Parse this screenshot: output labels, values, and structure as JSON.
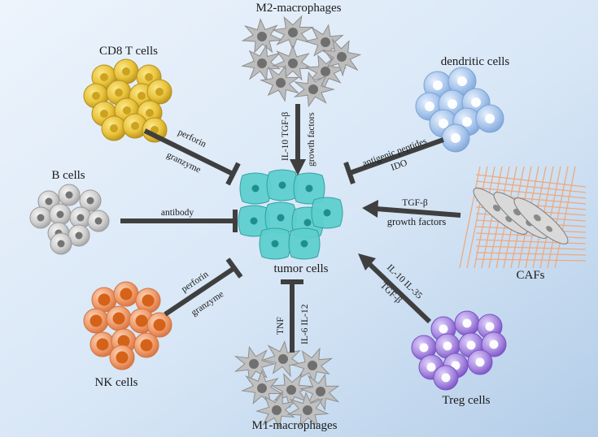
{
  "colors": {
    "bg_light": "#e9f1fb",
    "bg_dark": "#b6cfe8",
    "arrow": "#3f3f3f",
    "tumor": "#5ecfcf",
    "cd8": "#e8c23a",
    "b_cell": "#cfcfcf",
    "nk": "#ef9b6a",
    "dendritic": "#a9c6ec",
    "treg": "#a98be0",
    "caf_lines": "#f2a572",
    "macrophage": "#b8b8b8"
  },
  "cells": {
    "tumor": "tumor cells",
    "m2": "M2-macrophages",
    "cd8": "CD8 T cells",
    "dendritic": "dendritic cells",
    "b": "B cells",
    "cafs": "CAFs",
    "nk": "NK cells",
    "treg": "Treg cells",
    "m1": "M1-macrophages"
  },
  "factors": {
    "m2_left": "IL-10 TGF-β",
    "m2_right": "growth factors",
    "cd8_top": "perforin",
    "cd8_bottom": "granzyme",
    "dc_top": "antigenic peptides",
    "dc_bottom": "IDO",
    "b_top": "antibody",
    "caf_top": "TGF-β",
    "caf_bottom": "growth factors",
    "nk_top": "perforin",
    "nk_bottom": "granzyme",
    "treg_top": "IL-10  IL-35",
    "treg_bottom": "TGF-β",
    "m1_left": "TNF",
    "m1_right": "IL-6  IL-12"
  }
}
